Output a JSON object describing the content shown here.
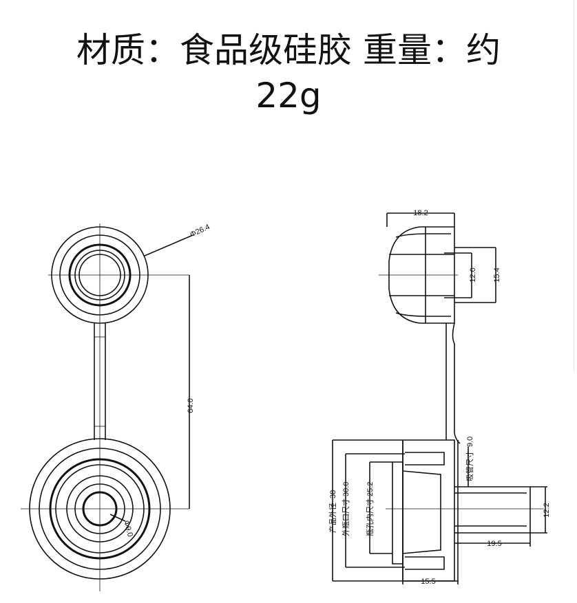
{
  "header": {
    "line1": "材质：食品级硅胶 重量：约",
    "line2": "22g"
  },
  "front_view": {
    "diameter_top": "Φ26.4",
    "length": "64.0",
    "diameter_inner": "Φ9.0"
  },
  "side_view": {
    "cap_width": "18.2",
    "cap_inner": "12.0",
    "cap_outer": "15.4",
    "tube_size_label": "吸管尺寸",
    "tube_size": "9.0",
    "outer_diameter_label": "产品外径",
    "outer_diameter": "38",
    "mouth_label": "外瓶口尺寸",
    "mouth": "30.0",
    "hole_label": "瓶孔内尺寸",
    "hole": "25.2",
    "body_depth": "15.5",
    "tube_length": "19.5",
    "tube_diameter": "12.2"
  }
}
